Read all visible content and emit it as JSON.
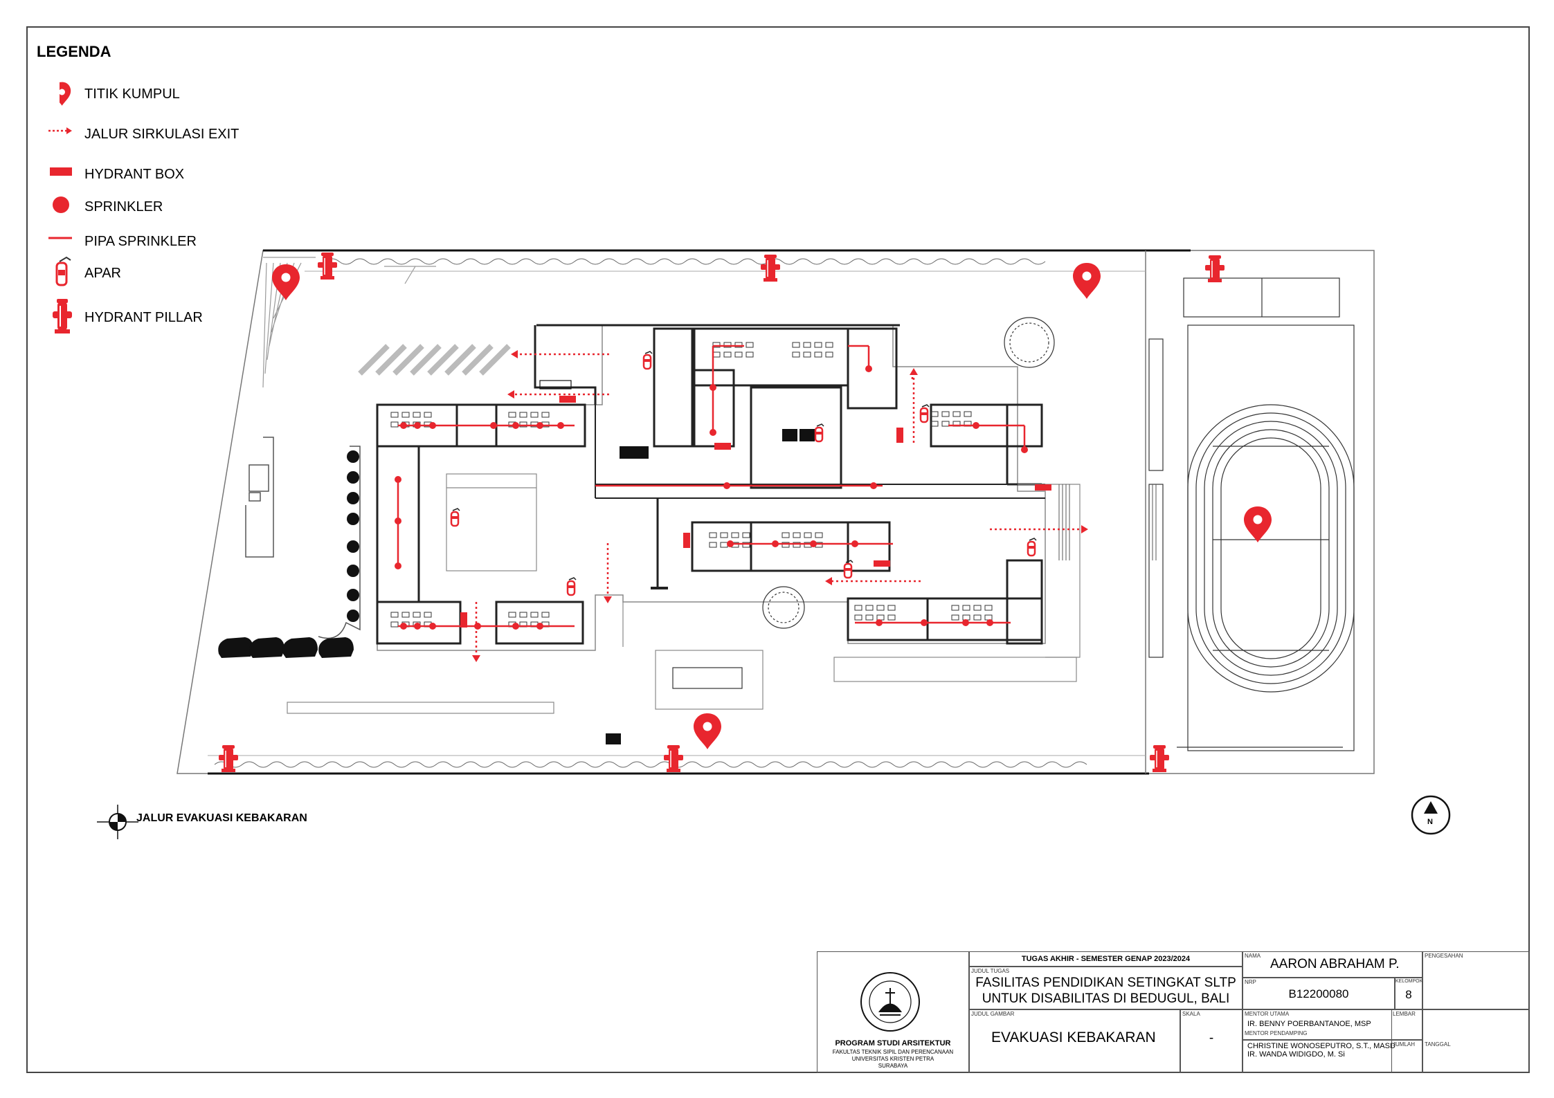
{
  "legend": {
    "title": "LEGENDA",
    "items": [
      {
        "label": "TITIK KUMPUL",
        "icon": "map-pin-icon"
      },
      {
        "label": "JALUR SIRKULASI EXIT",
        "icon": "dotted-arrow-icon"
      },
      {
        "label": "HYDRANT BOX",
        "icon": "hydrant-box-icon"
      },
      {
        "label": "SPRINKLER",
        "icon": "sprinkler-dot-icon"
      },
      {
        "label": "PIPA SPRINKLER",
        "icon": "sprinkler-pipe-icon"
      },
      {
        "label": "APAR",
        "icon": "fire-extinguisher-icon"
      },
      {
        "label": "HYDRANT PILLAR",
        "icon": "hydrant-pillar-icon"
      }
    ]
  },
  "colors": {
    "accent": "#e8262e",
    "ink": "#111111",
    "line": "#555555"
  },
  "section_marker": {
    "label": "JALUR EVAKUASI KEBAKARAN"
  },
  "north": {
    "label": "N"
  },
  "title_block": {
    "university": {
      "program": "PROGRAM STUDI ARSITEKTUR",
      "faculty": "FAKULTAS TEKNIK SIPIL DAN PERENCANAAN",
      "name": "UNIVERSITAS KRISTEN PETRA",
      "city": "SURABAYA"
    },
    "course": "TUGAS AKHIR - SEMESTER GENAP 2023/2024",
    "judul_tugas_label": "JUDUL TUGAS",
    "judul_tugas_line1": "FASILITAS PENDIDIKAN SETINGKAT SLTP",
    "judul_tugas_line2": "UNTUK DISABILITAS DI BEDUGUL, BALI",
    "judul_gambar_label": "JUDUL GAMBAR",
    "judul_gambar": "EVAKUASI KEBAKARAN",
    "skala_label": "SKALA",
    "skala": "-",
    "nama_label": "NAMA",
    "nama": "AARON ABRAHAM P.",
    "nrp_label": "NRP",
    "nrp": "B12200080",
    "kelompok_label": "KELOMPOK",
    "kelompok": "8",
    "mentor_utama_label": "MENTOR UTAMA",
    "mentor_utama": "IR. BENNY POERBANTANOE, MSP",
    "mentor_pendamping_label": "MENTOR PENDAMPING",
    "mentor_pendamping_1": "CHRISTINE WONOSEPUTRO, S.T., MASD",
    "mentor_pendamping_2": "IR. WANDA WIDIGDO, M. Si",
    "pengesahan_label": "PENGESAHAN",
    "lembar_label": "LEMBAR",
    "jumlah_label": "JUMLAH",
    "tanggal_label": "TANGGAL"
  }
}
